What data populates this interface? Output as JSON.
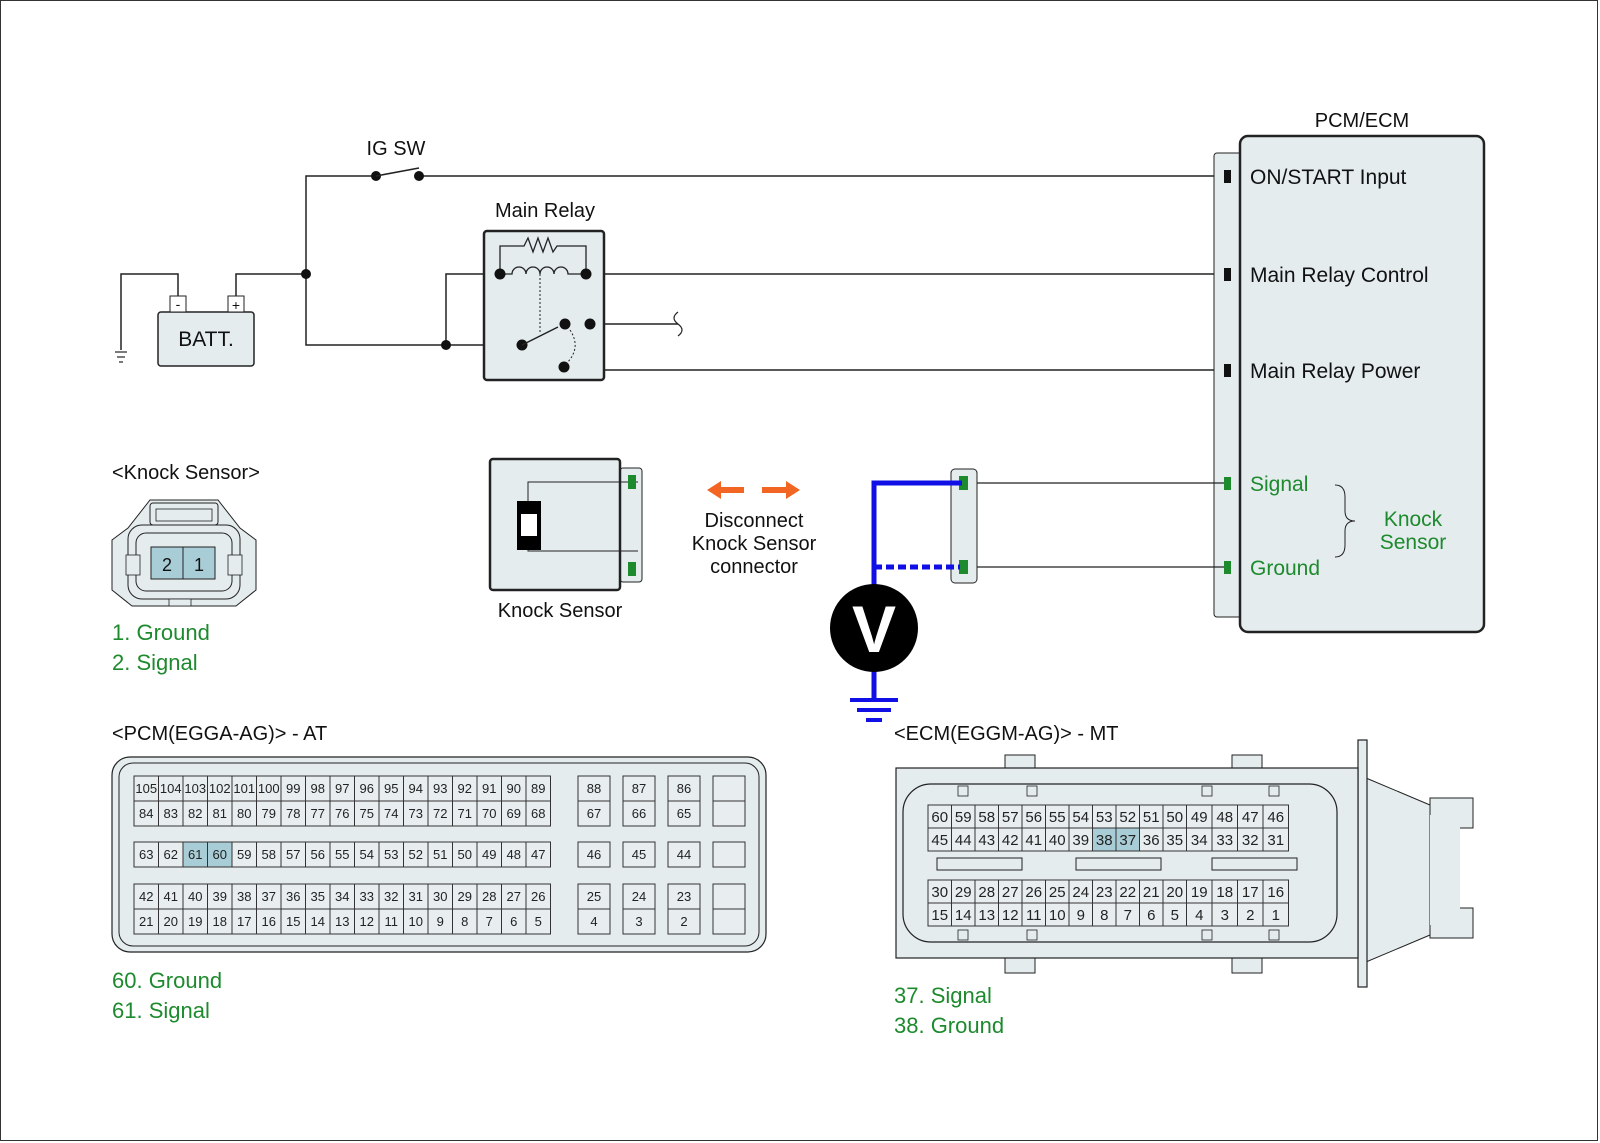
{
  "colors": {
    "wire": "#222222",
    "body_fill": "#e4ecee",
    "highlight_pin": "#a9cdd6",
    "green_text": "#1e8a2e",
    "green_pin": "#1e8a2e",
    "meter_lead": "#1010e6",
    "arrow": "#f26522"
  },
  "top": {
    "ig_sw": "IG SW",
    "main_relay": "Main Relay",
    "battery": "BATT.",
    "battery_neg": "-",
    "battery_pos": "+"
  },
  "pcm": {
    "title": "PCM/ECM",
    "terminals": [
      {
        "label": "ON/START Input",
        "color": "black"
      },
      {
        "label": "Main Relay Control",
        "color": "black"
      },
      {
        "label": "Main Relay Power",
        "color": "black"
      },
      {
        "label": "Signal",
        "color": "green"
      },
      {
        "label": "Ground",
        "color": "green"
      }
    ],
    "group_label_line1": "Knock",
    "group_label_line2": "Sensor"
  },
  "knock_connector": {
    "title": "<Knock Sensor>",
    "pins": [
      "2",
      "1"
    ],
    "legend": [
      "1. Ground",
      "2. Signal"
    ]
  },
  "knock_sensor_label": "Knock Sensor",
  "instruction": {
    "line1": "Disconnect",
    "line2": "Knock Sensor",
    "line3": "connector"
  },
  "meter": {
    "symbol": "V"
  },
  "pcm_connector": {
    "title": "<PCM(EGGA-AG)> - AT",
    "main_rows": [
      [
        "105",
        "104",
        "103",
        "102",
        "101",
        "100",
        "99",
        "98",
        "97",
        "96",
        "95",
        "94",
        "93",
        "92",
        "91",
        "90",
        "89"
      ],
      [
        "84",
        "83",
        "82",
        "81",
        "80",
        "79",
        "78",
        "77",
        "76",
        "75",
        "74",
        "73",
        "72",
        "71",
        "70",
        "69",
        "68"
      ],
      [
        "63",
        "62",
        "61",
        "60",
        "59",
        "58",
        "57",
        "56",
        "55",
        "54",
        "53",
        "52",
        "51",
        "50",
        "49",
        "48",
        "47"
      ],
      [
        "42",
        "41",
        "40",
        "39",
        "38",
        "37",
        "36",
        "35",
        "34",
        "33",
        "32",
        "31",
        "30",
        "29",
        "28",
        "27",
        "26"
      ],
      [
        "21",
        "20",
        "19",
        "18",
        "17",
        "16",
        "15",
        "14",
        "13",
        "12",
        "11",
        "10",
        "9",
        "8",
        "7",
        "6",
        "5"
      ]
    ],
    "side_cols": [
      [
        "88",
        "67",
        "46",
        "25",
        "4"
      ],
      [
        "87",
        "66",
        "45",
        "24",
        "3"
      ],
      [
        "86",
        "65",
        "44",
        "23",
        "2"
      ],
      [
        "",
        "",
        "",
        "",
        ""
      ]
    ],
    "highlighted": [
      "61",
      "60"
    ],
    "legend": [
      "60. Ground",
      "61. Signal"
    ]
  },
  "ecm_connector": {
    "title": "<ECM(EGGM-AG)> - MT",
    "rows": [
      [
        "60",
        "59",
        "58",
        "57",
        "56",
        "55",
        "54",
        "53",
        "52",
        "51",
        "50",
        "49",
        "48",
        "47",
        "46"
      ],
      [
        "45",
        "44",
        "43",
        "42",
        "41",
        "40",
        "39",
        "38",
        "37",
        "36",
        "35",
        "34",
        "33",
        "32",
        "31"
      ],
      [
        "30",
        "29",
        "28",
        "27",
        "26",
        "25",
        "24",
        "23",
        "22",
        "21",
        "20",
        "19",
        "18",
        "17",
        "16"
      ],
      [
        "15",
        "14",
        "13",
        "12",
        "11",
        "10",
        "9",
        "8",
        "7",
        "6",
        "5",
        "4",
        "3",
        "2",
        "1"
      ]
    ],
    "highlighted": [
      "38",
      "37"
    ],
    "legend": [
      "37. Signal",
      "38. Ground"
    ]
  }
}
